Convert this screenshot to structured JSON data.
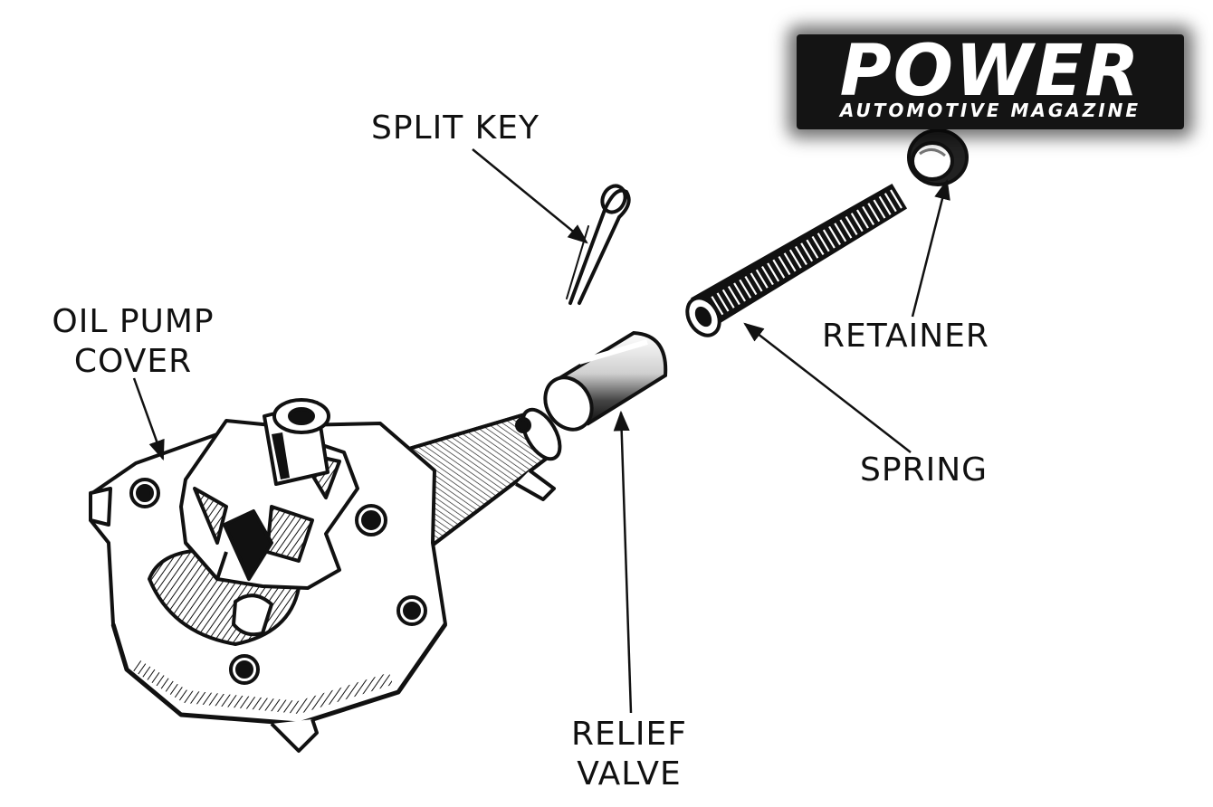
{
  "logo": {
    "title": "POWER",
    "subtitle": "AUTOMOTIVE MAGAZINE"
  },
  "labels": {
    "split_key": "SPLIT KEY",
    "oil_pump_cover": [
      "OIL PUMP",
      "COVER"
    ],
    "retainer": "RETAINER",
    "spring": "SPRING",
    "relief_valve": [
      "RELIEF",
      "VALVE"
    ]
  },
  "colors": {
    "ink": "#111111",
    "paper": "#ffffff",
    "logo_bg": "#141414"
  }
}
